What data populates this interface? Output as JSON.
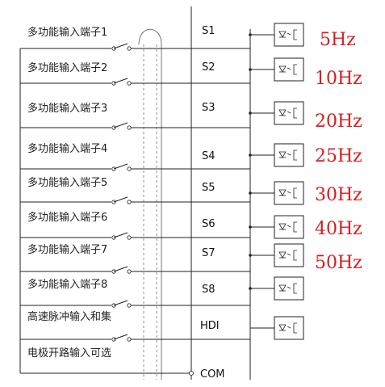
{
  "inputs": [
    {
      "label": "多功能输入端子1",
      "terminal": "S1",
      "freq": "5Hz"
    },
    {
      "label": "多功能输入端子2",
      "terminal": "S2",
      "freq": "10Hz"
    },
    {
      "label": "多功能输入端子3",
      "terminal": "S3",
      "freq": "20Hz"
    },
    {
      "label": "多功能输入端子4",
      "terminal": "S4",
      "freq": "25Hz"
    },
    {
      "label": "多功能输入端子5",
      "terminal": "S5",
      "freq": "30Hz"
    },
    {
      "label": "多功能输入端子6",
      "terminal": "S6",
      "freq": "40Hz"
    },
    {
      "label": "多功能输入端子7",
      "terminal": "S7",
      "freq": "50Hz"
    },
    {
      "label": "多功能输入端子8",
      "terminal": "S8",
      "freq": ""
    }
  ],
  "hdi": {
    "label_line1": "高速脉冲输入和集",
    "label_line2": "电极开路输入可选",
    "terminal": "HDI"
  },
  "common": {
    "terminal": "COM"
  },
  "colors": {
    "frequency_text": "#d42020",
    "wire": "#222222"
  }
}
